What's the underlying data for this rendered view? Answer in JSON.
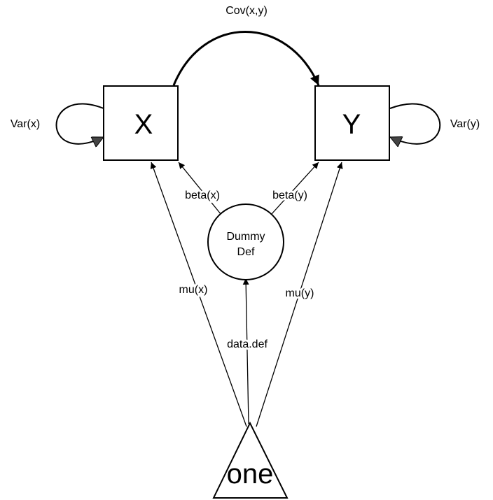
{
  "nodes": {
    "x": {
      "label": "X"
    },
    "y": {
      "label": "Y"
    },
    "dummy": {
      "line1": "Dummy",
      "line2": "Def"
    },
    "one": {
      "label": "one"
    }
  },
  "edges": {
    "cov": {
      "label": "Cov(x,y)"
    },
    "var_x": {
      "label": "Var(x)"
    },
    "var_y": {
      "label": "Var(y)"
    },
    "beta_x": {
      "label": "beta(x)"
    },
    "beta_y": {
      "label": "beta(y)"
    },
    "mu_x": {
      "label": "mu(x)"
    },
    "mu_y": {
      "label": "mu(y)"
    },
    "data_def": {
      "label": "data.def"
    }
  },
  "colors": {
    "stroke": "#000000",
    "arrowhead_fill": "#444444",
    "background": "#ffffff"
  }
}
